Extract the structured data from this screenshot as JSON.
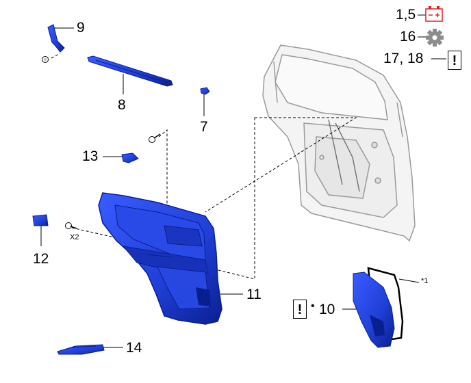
{
  "callouts": {
    "c1_5": "1,5",
    "c16": "16",
    "c17_18": "17, 18",
    "c9": "9",
    "c8": "8",
    "c7": "7",
    "c13": "13",
    "c12": "12",
    "c11": "11",
    "c10": "10",
    "c14": "14"
  },
  "labels": {
    "x2": "X2",
    "star1": "*1",
    "attention": "!"
  },
  "icons": {
    "battery": "battery-icon",
    "gear": "gear-icon",
    "attention": "attention-icon"
  },
  "colors": {
    "part_blue": "#1f3fd6",
    "part_dark": "#0a1f8f",
    "door_outline": "#9a9a9a",
    "battery_red": "#e02020",
    "gear_gray": "#8c8c8c"
  }
}
